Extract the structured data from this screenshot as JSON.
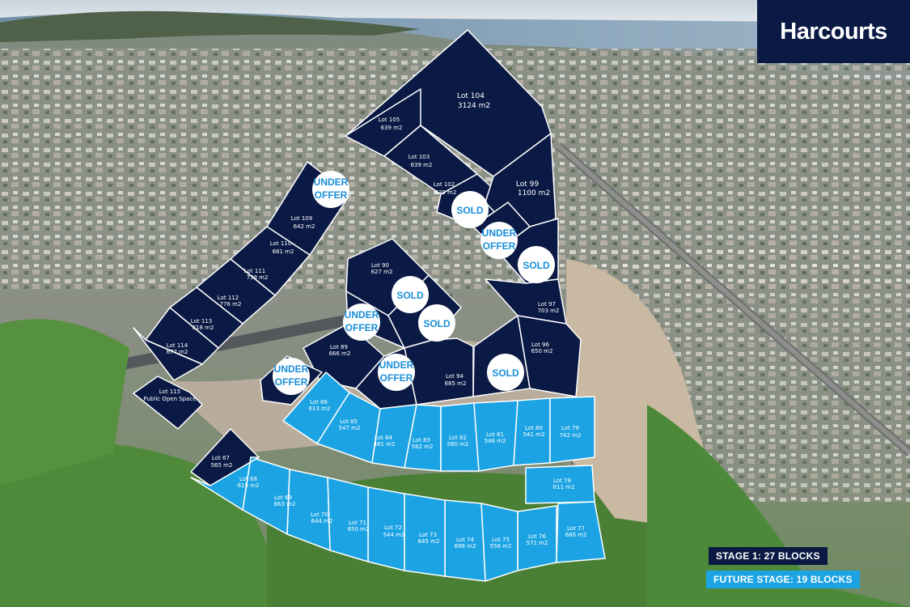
{
  "brand": {
    "logo_text": "Harcourts",
    "colors": {
      "navy": "#0b1a44",
      "blue": "#1ba3e3"
    }
  },
  "legend": {
    "stage1": "STAGE 1: 27 BLOCKS",
    "future": "FUTURE STAGE: 19 BLOCKS"
  },
  "lots": {
    "stage1": [
      {
        "name": "Lot 104",
        "area": "3124 m2"
      },
      {
        "name": "Lot 105",
        "area": "639 m2"
      },
      {
        "name": "Lot 103",
        "area": "639 m2"
      },
      {
        "name": "Lot 102",
        "area": "639 m2"
      },
      {
        "name": "Lot 99",
        "area": "1100 m2"
      },
      {
        "name": "Lot 109",
        "area": "642 m2"
      },
      {
        "name": "Lot 110",
        "area": "681 m2"
      },
      {
        "name": "Lot 111",
        "area": "739 m2"
      },
      {
        "name": "Lot 112",
        "area": "776 m2"
      },
      {
        "name": "Lot 113",
        "area": "818 m2"
      },
      {
        "name": "Lot 114",
        "area": "677 m2"
      },
      {
        "name": "Lot 115",
        "area": "Public Open Space"
      },
      {
        "name": "Lot 90",
        "area": "627 m2"
      },
      {
        "name": "Lot 89",
        "area": "666 m2"
      },
      {
        "name": "Lot 97",
        "area": "703 m2"
      },
      {
        "name": "Lot 96",
        "area": "650 m2"
      },
      {
        "name": "Lot 94",
        "area": "685 m2"
      },
      {
        "name": "Lot 67",
        "area": "565 m2"
      }
    ],
    "future": [
      {
        "name": "Lot 86",
        "area": "613 m2"
      },
      {
        "name": "Lot 85",
        "area": "547 m2"
      },
      {
        "name": "Lot 84",
        "area": "461 m2"
      },
      {
        "name": "Lot 83",
        "area": "582 m2"
      },
      {
        "name": "Lot 82",
        "area": "580 m2"
      },
      {
        "name": "Lot 81",
        "area": "546 m2"
      },
      {
        "name": "Lot 80",
        "area": "541 m2"
      },
      {
        "name": "Lot 79",
        "area": "742 m2"
      },
      {
        "name": "Lot 78",
        "area": "611 m2"
      },
      {
        "name": "Lot 77",
        "area": "680 m2"
      },
      {
        "name": "Lot 76",
        "area": "571 m2"
      },
      {
        "name": "Lot 75",
        "area": "558 m2"
      },
      {
        "name": "Lot 74",
        "area": "698 m2"
      },
      {
        "name": "Lot 73",
        "area": "645 m2"
      },
      {
        "name": "Lot 72",
        "area": "544 m2"
      },
      {
        "name": "Lot 71",
        "area": "650 m2"
      },
      {
        "name": "Lot 70",
        "area": "644 m2"
      },
      {
        "name": "Lot 69",
        "area": "663 m2"
      },
      {
        "name": "Lot 68",
        "area": "615 m2"
      }
    ]
  },
  "badges": {
    "sold": "SOLD",
    "under_1": "UNDER",
    "under_2": "OFFER"
  }
}
